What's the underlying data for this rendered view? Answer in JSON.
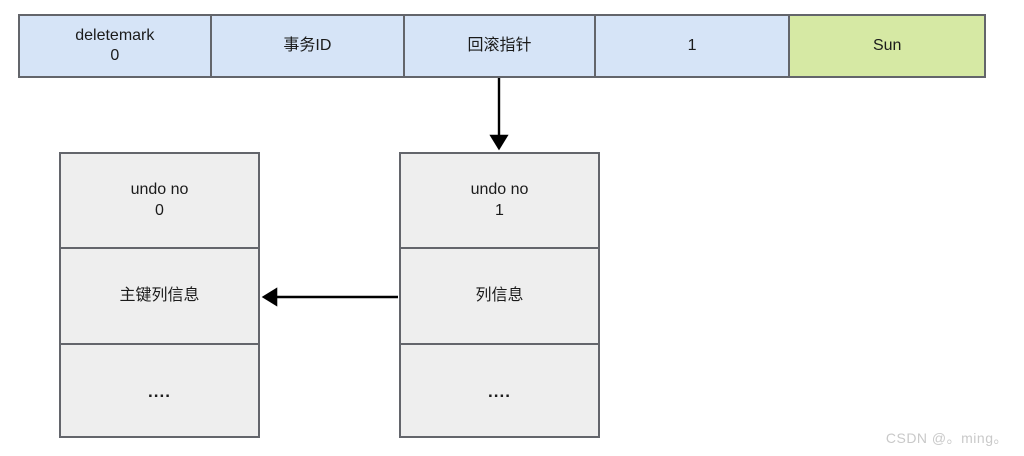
{
  "diagram": {
    "title": "MySQL undo log rollback pointer chain",
    "colors": {
      "cell_blue": "#d6e4f7",
      "cell_green": "#d6e9a4",
      "box_gray": "#eeeeee",
      "border_gray": "#63656b",
      "arrow_black": "#000000",
      "watermark_gray": "#c9c9c9",
      "background": "#ffffff"
    },
    "record_row": {
      "name": "clustered-index-record",
      "cells": [
        {
          "label": "deletemark\n0",
          "fill": "blue"
        },
        {
          "label": "事务ID",
          "fill": "blue"
        },
        {
          "label": "回滚指针",
          "fill": "blue"
        },
        {
          "label": "1",
          "fill": "blue"
        },
        {
          "label": "Sun",
          "fill": "green"
        }
      ]
    },
    "undo_boxes": [
      {
        "name": "undo-log-0",
        "segments": [
          {
            "label": "undo no\n0",
            "kind": "header"
          },
          {
            "label": "主键列信息",
            "kind": "content"
          },
          {
            "label": "....",
            "kind": "dots"
          }
        ]
      },
      {
        "name": "undo-log-1",
        "segments": [
          {
            "label": "undo no\n1",
            "kind": "header"
          },
          {
            "label": "列信息",
            "kind": "content"
          },
          {
            "label": "....",
            "kind": "dots"
          }
        ]
      }
    ],
    "arrows": [
      {
        "name": "rollback-pointer-arrow",
        "from": "回滚指针",
        "to": "undo no 1",
        "direction": "down"
      },
      {
        "name": "undo-chain-arrow",
        "from": "undo no 1",
        "to": "undo no 0",
        "direction": "left"
      }
    ],
    "watermark": "CSDN @。ming。"
  }
}
